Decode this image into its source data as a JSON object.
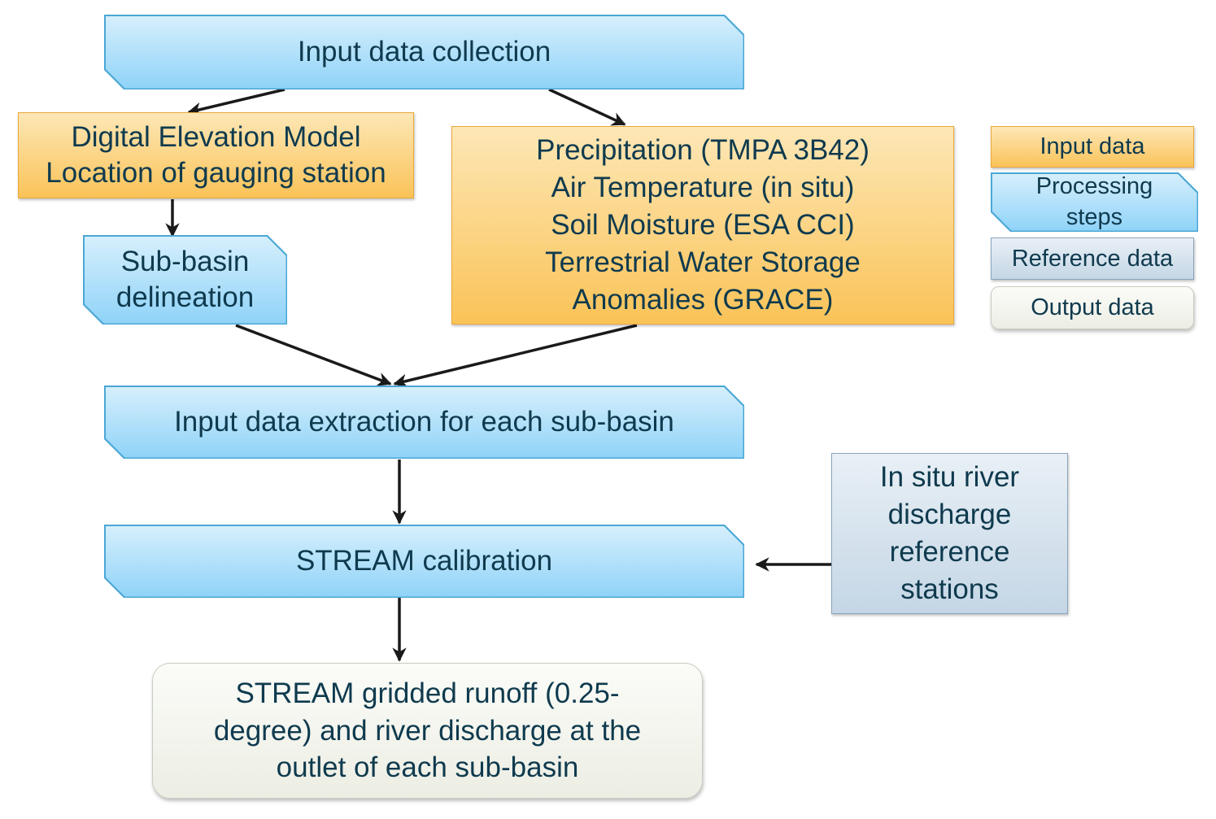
{
  "title": "STREAM modelling workflow",
  "nodes": {
    "input_collection": "Input data collection",
    "dem": "Digital Elevation Model\nLocation of gauging station",
    "forcing": "Precipitation (TMPA 3B42)\nAir Temperature (in situ)\nSoil Moisture (ESA CCI)\nTerrestrial Water Storage\nAnomalies (GRACE)",
    "subbasin": "Sub-basin\ndelineation",
    "extraction": "Input data extraction for each sub-basin",
    "calibration": "STREAM calibration",
    "reference": "In situ river\ndischarge\nreference\nstations",
    "output": "STREAM gridded runoff (0.25-\ndegree) and river discharge at the\noutlet of each sub-basin"
  },
  "legend": {
    "input": "Input data",
    "processing": "Processing\nsteps",
    "reference": "Reference data",
    "output": "Output data"
  },
  "edges": [
    {
      "from": "input_collection",
      "to": "dem"
    },
    {
      "from": "input_collection",
      "to": "forcing"
    },
    {
      "from": "dem",
      "to": "subbasin"
    },
    {
      "from": "subbasin",
      "to": "extraction"
    },
    {
      "from": "forcing",
      "to": "extraction"
    },
    {
      "from": "extraction",
      "to": "calibration"
    },
    {
      "from": "reference",
      "to": "calibration"
    },
    {
      "from": "calibration",
      "to": "output"
    }
  ],
  "colors": {
    "processing": "#8fd3f8",
    "input": "#fac358",
    "reference": "#c4d6e5",
    "output": "#eceee4",
    "text": "#0f3a4e",
    "arrow": "#1a1a1a"
  }
}
